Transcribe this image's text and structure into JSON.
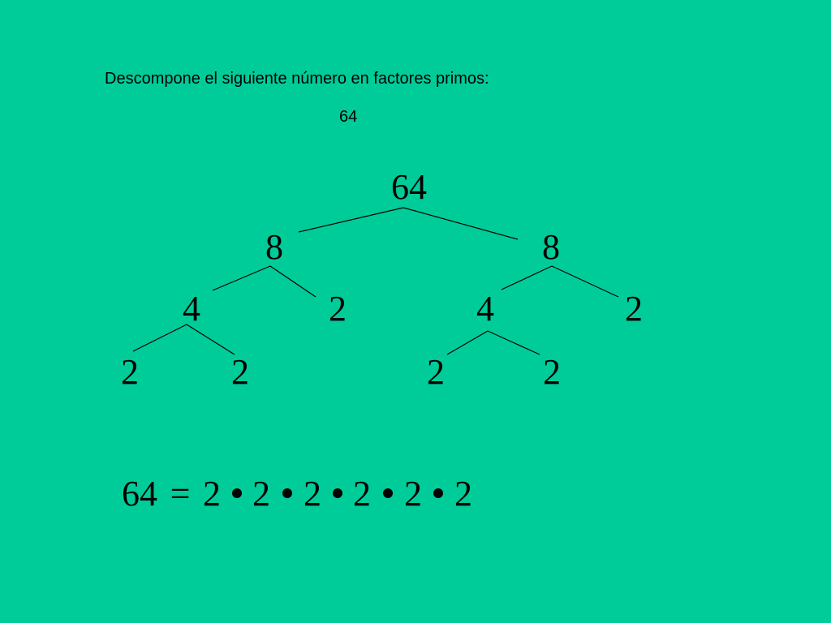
{
  "background_color": "#00CC99",
  "instruction": "Descompone el siguiente número en factores primos:",
  "target_number": "64",
  "tree": {
    "root": "64",
    "level1": [
      "8",
      "8"
    ],
    "level2": [
      "4",
      "2",
      "4",
      "2"
    ],
    "level3": [
      "2",
      "2",
      "2",
      "2"
    ]
  },
  "equation": {
    "lhs": "64",
    "equals": "=",
    "factors": [
      "2",
      "2",
      "2",
      "2",
      "2",
      "2"
    ],
    "operator": "•"
  }
}
